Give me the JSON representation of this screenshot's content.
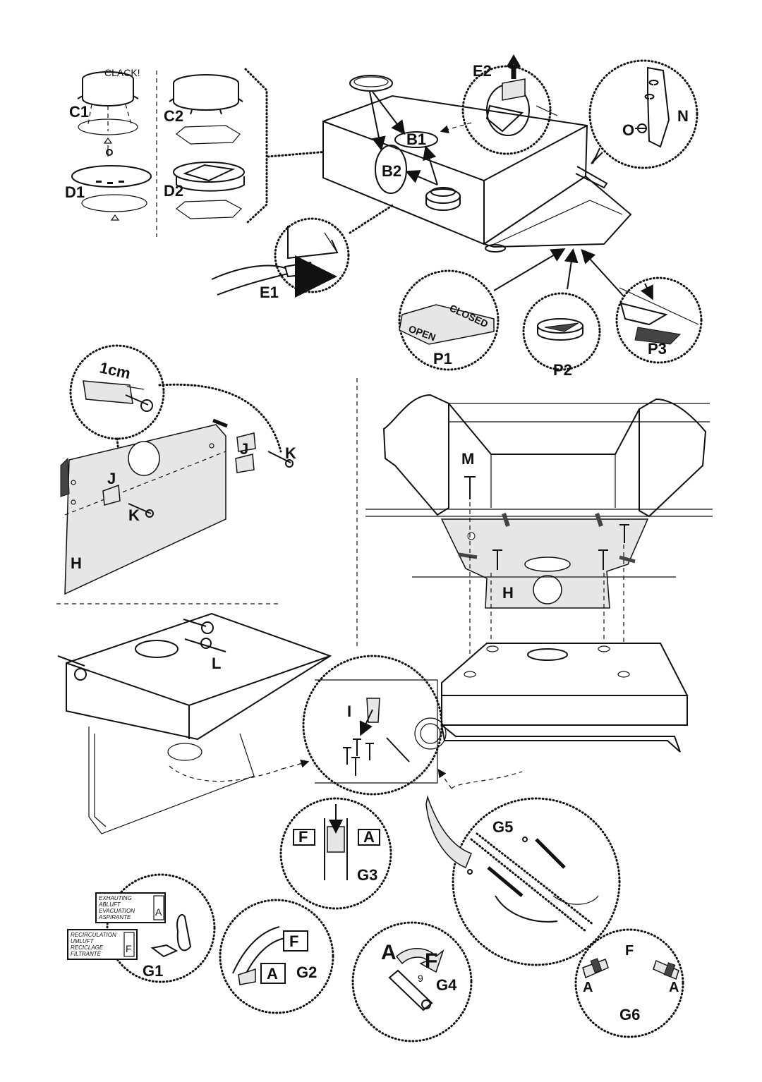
{
  "labels": {
    "clack": "CLACK!",
    "c1": "C1",
    "c2": "C2",
    "d1": "D1",
    "d2": "D2",
    "b1": "B1",
    "b2": "B2",
    "e1": "E1",
    "e2": "E2",
    "n": "N",
    "o": "O",
    "p1": "P1",
    "p2": "P2",
    "p3": "P3",
    "open": "OPEN",
    "closed": "CLOSED",
    "one_cm": "1cm",
    "j": "J",
    "k": "K",
    "h": "H",
    "m": "M",
    "l": "L",
    "i": "I",
    "f": "F",
    "a": "A",
    "g1": "G1",
    "g2": "G2",
    "g3": "G3",
    "g4": "G4",
    "g5": "G5",
    "g6": "G6",
    "g4_small": "9"
  },
  "exhaust_label": [
    "EXHAUTING",
    "ABLUFT",
    "EVACUATION",
    "ASPIRANTE"
  ],
  "recirc_label": [
    "RECIRCULATION",
    "UMLUFT",
    "RECICLAGE",
    "FILTRANTE"
  ]
}
